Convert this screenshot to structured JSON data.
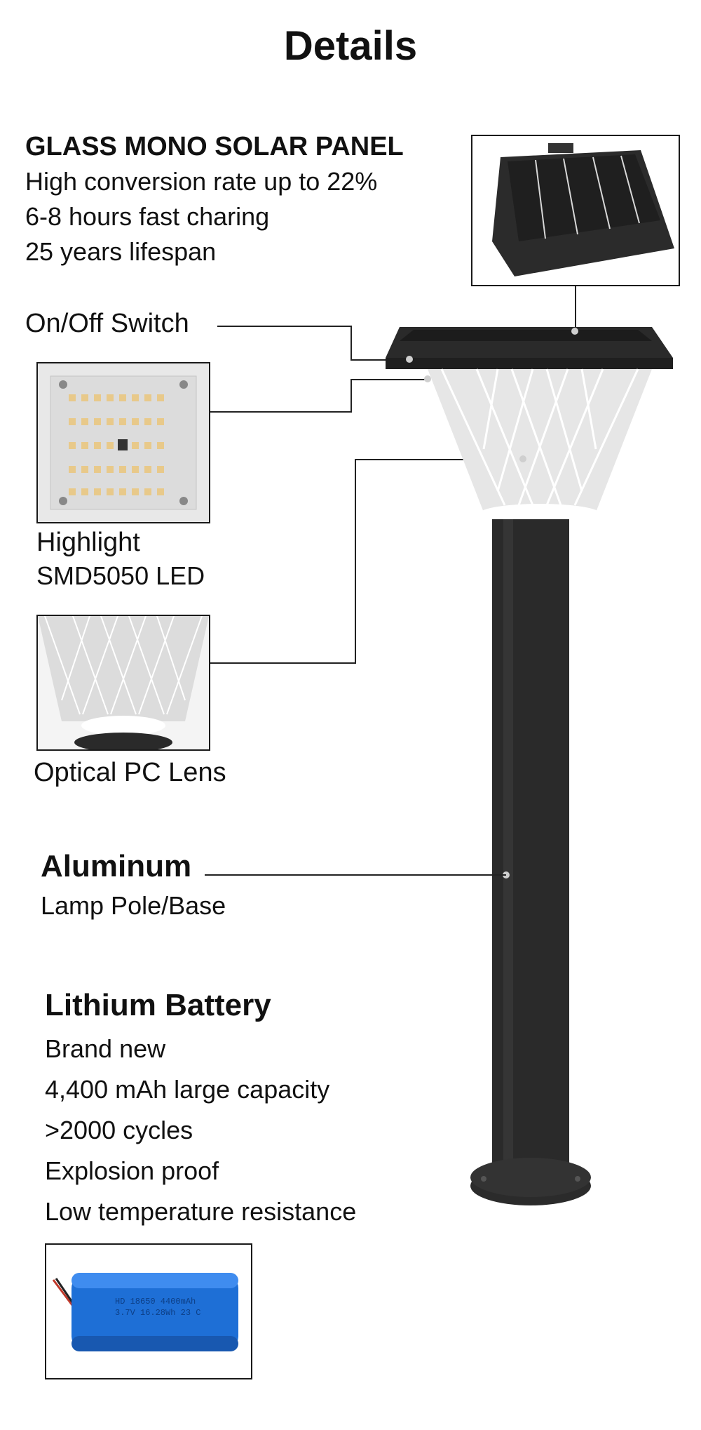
{
  "page": {
    "title": "Details"
  },
  "solar_panel": {
    "heading": "GLASS MONO SOLAR PANEL",
    "lines": [
      "High conversion rate up to 22%",
      "6-8 hours fast charing",
      "25 years lifespan"
    ]
  },
  "switch": {
    "label": "On/Off Switch"
  },
  "led": {
    "title": "Highlight",
    "subtitle": "SMD5050 LED"
  },
  "lens": {
    "label": "Optical PC Lens"
  },
  "pole": {
    "title": "Aluminum",
    "subtitle": "Lamp Pole/Base"
  },
  "battery": {
    "heading": "Lithium Battery",
    "lines": [
      "Brand new",
      "4,400 mAh large capacity",
      ">2000 cycles",
      "Explosion proof",
      "Low temperature resistance"
    ],
    "print_line1": "HD 18650 4400mAh",
    "print_line2": "3.7V 16.28Wh 23 C"
  },
  "colors": {
    "lamp_body": "#2a2a2a",
    "battery_blue": "#1e6fd6",
    "led_board": "#e8e8e8"
  }
}
